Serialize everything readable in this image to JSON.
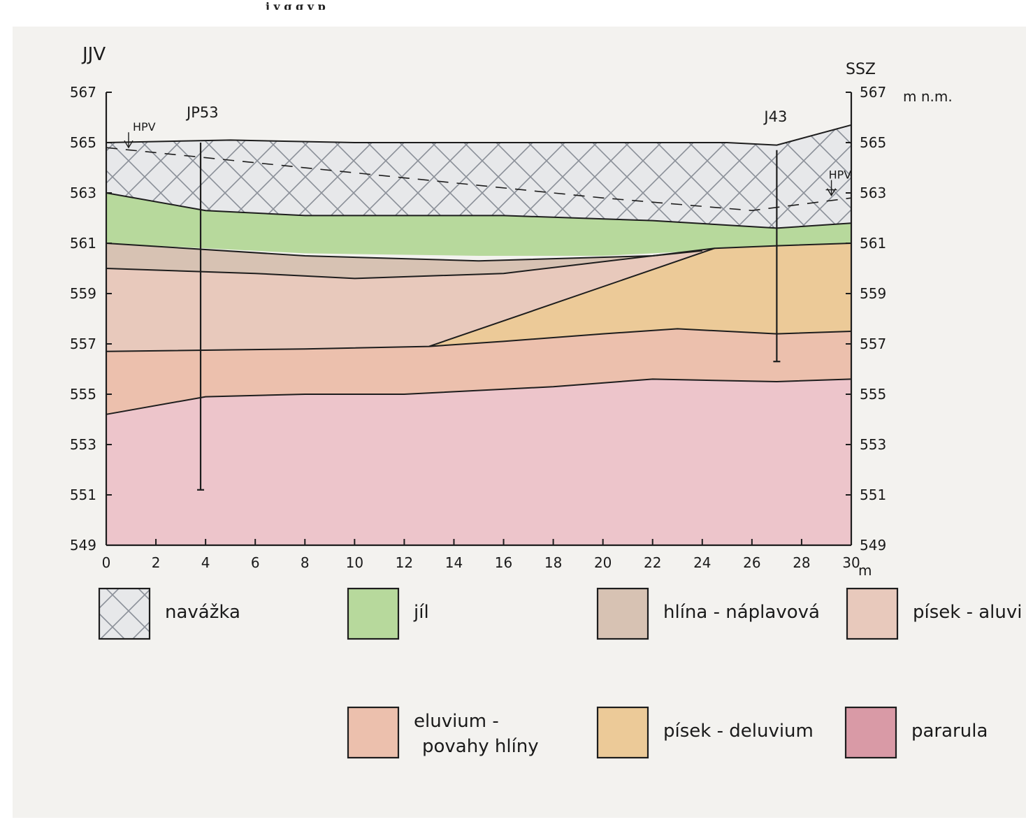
{
  "header": {
    "cutoff_text": "j     y g  g  y p"
  },
  "section": {
    "left_direction": "JJV",
    "right_direction": "SSZ",
    "right_unit": "m n.m.",
    "x_unit": "m",
    "y_ticks": [
      567,
      565,
      563,
      561,
      559,
      557,
      555,
      553,
      551,
      549
    ],
    "x_ticks": [
      0,
      2,
      4,
      6,
      8,
      10,
      12,
      14,
      16,
      18,
      20,
      22,
      24,
      26,
      28,
      30
    ],
    "boreholes": [
      {
        "label": "JP53",
        "x": 3.8,
        "top": 565.0,
        "bottom": 551.2
      },
      {
        "label": "J43",
        "x": 27.0,
        "top": 564.7,
        "bottom": 556.3
      }
    ],
    "water_table_label": "HPV",
    "water_table": [
      [
        0,
        564.8
      ],
      [
        4,
        564.4
      ],
      [
        10,
        563.8
      ],
      [
        20,
        562.8
      ],
      [
        26,
        562.3
      ],
      [
        30,
        562.8
      ]
    ],
    "layers": [
      {
        "name": "navážka",
        "color": "#e7e8ea",
        "hatch": true,
        "top": [
          [
            0,
            565.0
          ],
          [
            5,
            565.1
          ],
          [
            10,
            565.0
          ],
          [
            20,
            565.0
          ],
          [
            25,
            565.0
          ],
          [
            27,
            564.9
          ],
          [
            30,
            565.7
          ]
        ],
        "bottom": [
          [
            0,
            563.0
          ],
          [
            4,
            562.3
          ],
          [
            8,
            562.1
          ],
          [
            16,
            562.1
          ],
          [
            22,
            561.9
          ],
          [
            27,
            561.6
          ],
          [
            30,
            561.8
          ]
        ]
      },
      {
        "name": "jíl",
        "color": "#b7d99c",
        "top": [
          [
            0,
            563.0
          ],
          [
            4,
            562.3
          ],
          [
            8,
            562.1
          ],
          [
            16,
            562.1
          ],
          [
            22,
            561.9
          ],
          [
            27,
            561.6
          ],
          [
            30,
            561.8
          ]
        ],
        "bottom": [
          [
            0,
            561.0
          ],
          [
            4,
            560.8
          ],
          [
            8,
            560.6
          ],
          [
            15,
            560.5
          ],
          [
            20,
            560.5
          ],
          [
            24,
            560.7
          ],
          [
            27,
            560.8
          ],
          [
            30,
            561.0
          ]
        ]
      },
      {
        "name": "hlína - náplavová",
        "color": "#d7c2b3",
        "top": [
          [
            0,
            561.0
          ],
          [
            8,
            560.5
          ],
          [
            15,
            560.3
          ],
          [
            22,
            560.5
          ],
          [
            24,
            560.7
          ]
        ],
        "bottom": [
          [
            0,
            560.0
          ],
          [
            6,
            559.8
          ],
          [
            10,
            559.6
          ],
          [
            16,
            559.8
          ],
          [
            22,
            560.5
          ]
        ]
      },
      {
        "name": "písek - aluvium",
        "color": "#e8c9bc",
        "top": [
          [
            0,
            560.0
          ],
          [
            6,
            559.8
          ],
          [
            10,
            559.6
          ],
          [
            16,
            559.8
          ],
          [
            22,
            560.5
          ],
          [
            24.5,
            560.8
          ]
        ],
        "bottom": [
          [
            0,
            556.7
          ],
          [
            8,
            556.8
          ],
          [
            12,
            556.9
          ],
          [
            13,
            556.9
          ],
          [
            24.5,
            560.8
          ]
        ]
      },
      {
        "name": "písek - deluvium",
        "color": "#ecca98",
        "top": [
          [
            13,
            556.9
          ],
          [
            24.5,
            560.8
          ],
          [
            27,
            560.9
          ],
          [
            30,
            561.0
          ]
        ],
        "bottom": [
          [
            13,
            556.9
          ],
          [
            16,
            557.1
          ],
          [
            20,
            557.4
          ],
          [
            23,
            557.6
          ],
          [
            27,
            557.4
          ],
          [
            30,
            557.5
          ]
        ]
      },
      {
        "name": "eluvium - povahy hlíny",
        "color": "#ecc0ad",
        "top": [
          [
            0,
            556.7
          ],
          [
            8,
            556.8
          ],
          [
            13,
            556.9
          ],
          [
            16,
            557.1
          ],
          [
            20,
            557.4
          ],
          [
            23,
            557.6
          ],
          [
            27,
            557.4
          ],
          [
            30,
            557.5
          ]
        ],
        "bottom": [
          [
            0,
            554.2
          ],
          [
            4,
            554.9
          ],
          [
            8,
            555.0
          ],
          [
            12,
            555.0
          ],
          [
            18,
            555.3
          ],
          [
            22,
            555.6
          ],
          [
            27,
            555.5
          ],
          [
            30,
            555.6
          ]
        ]
      },
      {
        "name": "pararula",
        "color": "#edc5cb",
        "top": [
          [
            0,
            554.2
          ],
          [
            4,
            554.9
          ],
          [
            8,
            555.0
          ],
          [
            12,
            555.0
          ],
          [
            18,
            555.3
          ],
          [
            22,
            555.6
          ],
          [
            27,
            555.5
          ],
          [
            30,
            555.6
          ]
        ],
        "bottom": [
          [
            0,
            549.0
          ],
          [
            30,
            549.0
          ]
        ]
      }
    ]
  },
  "legend": {
    "items": [
      {
        "label": "navážka",
        "color": "#e7e8ea",
        "hatch": true
      },
      {
        "label": "jíl",
        "color": "#b7d99c"
      },
      {
        "label": "hlína - náplavová",
        "color": "#d7c2b3"
      },
      {
        "label": "písek - aluvi",
        "color": "#e8c9bc"
      },
      {
        "label": "eluvium -",
        "label2": "povahy hlíny",
        "color": "#ecc0ad"
      },
      {
        "label": "písek - deluvium",
        "color": "#ecca98"
      },
      {
        "label": "pararula",
        "color": "#d99aa6"
      }
    ]
  }
}
